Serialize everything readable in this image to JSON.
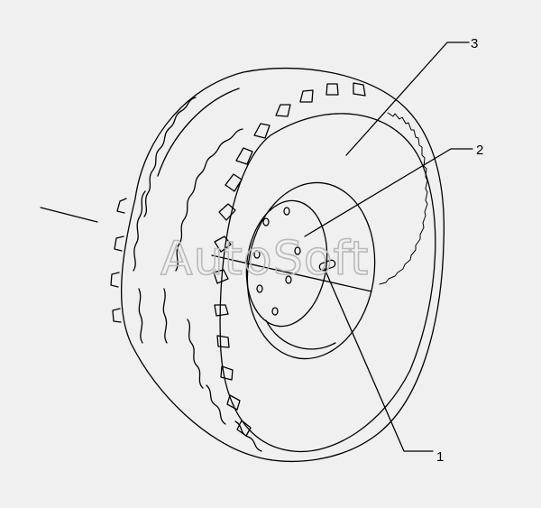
{
  "callouts": {
    "part_1": "1",
    "part_2": "2",
    "part_3": "3"
  },
  "watermark": "AutoSoft",
  "colors": {
    "background": "#f0f0f0",
    "line": "#000000",
    "watermark": "#b9b9b9"
  }
}
